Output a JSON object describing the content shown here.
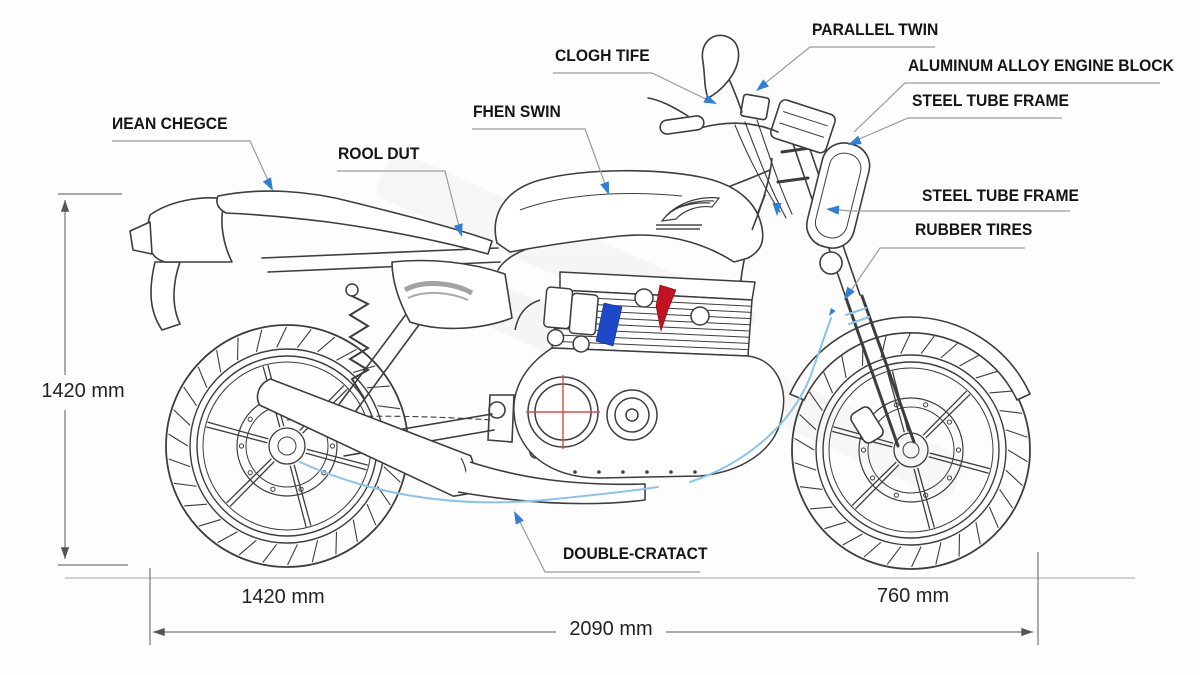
{
  "diagram": {
    "type": "motorcycle-parts-diagram",
    "labels": [
      {
        "id": "rear-fender",
        "text": "ИEAN CHEGCE"
      },
      {
        "id": "seat",
        "text": "ROOL DUT"
      },
      {
        "id": "fuel-tank",
        "text": "FHEN SWIN"
      },
      {
        "id": "clutch-lever",
        "text": "CLOGH TIFE"
      },
      {
        "id": "parallel-twin",
        "text": "PARALLEL TWIN"
      },
      {
        "id": "engine-block",
        "text": "ALUMINUM ALLOY ENGINE BLOCK"
      },
      {
        "id": "frame-upper",
        "text": "STEEL TUBE FRAME"
      },
      {
        "id": "frame-lower",
        "text": "STEEL TUBE FRAME"
      },
      {
        "id": "tires",
        "text": "RUBBER TIRES"
      },
      {
        "id": "exhaust",
        "text": "DOUBLE-CRATACT"
      }
    ],
    "dimensions": {
      "overall_height": "1420 mm",
      "rear_section_length": "1420 mm",
      "front_section_length": "760 mm",
      "overall_length": "2090 mm"
    },
    "colors": {
      "line": "#3d3d3d",
      "leader": "#9b9b9b",
      "pointer_blue": "#2f7fd6",
      "highlight_blue": "#1d49c9",
      "highlight_red": "#c01221",
      "crosshair_red": "#e04848",
      "cable_blue": "#8cc3ec"
    },
    "icons": [
      {
        "name": "pointer-arrow-icon",
        "shape": "small blue triangle"
      },
      {
        "name": "honda-wing-icon",
        "shape": "wing emblem on fuel tank"
      }
    ]
  }
}
